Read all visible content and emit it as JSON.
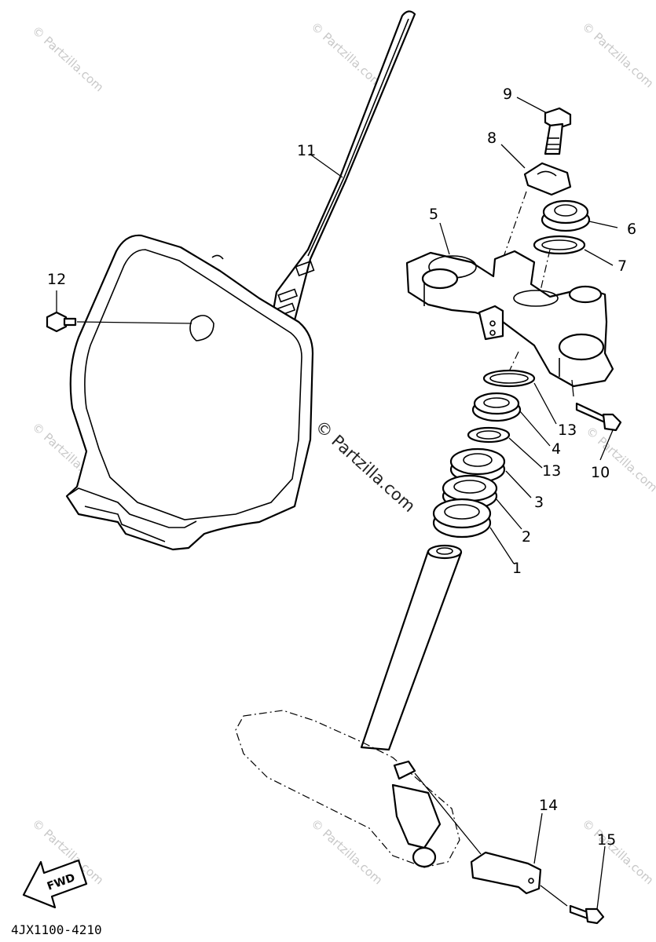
{
  "diagram": {
    "callouts": [
      {
        "id": "1",
        "text": "1"
      },
      {
        "id": "2",
        "text": "2"
      },
      {
        "id": "3",
        "text": "3"
      },
      {
        "id": "4",
        "text": "4"
      },
      {
        "id": "5",
        "text": "5"
      },
      {
        "id": "6",
        "text": "6"
      },
      {
        "id": "7",
        "text": "7"
      },
      {
        "id": "8",
        "text": "8"
      },
      {
        "id": "9",
        "text": "9"
      },
      {
        "id": "10",
        "text": "10"
      },
      {
        "id": "11",
        "text": "11"
      },
      {
        "id": "12",
        "text": "12"
      },
      {
        "id": "13a",
        "text": "13"
      },
      {
        "id": "13b",
        "text": "13"
      },
      {
        "id": "14",
        "text": "14"
      },
      {
        "id": "15",
        "text": "15"
      }
    ],
    "fwd_label": "FWD",
    "diagram_code": "4JX1100-4210",
    "watermark_center": "© Partzilla.com",
    "watermark_tile": "© Partzilla.com"
  }
}
